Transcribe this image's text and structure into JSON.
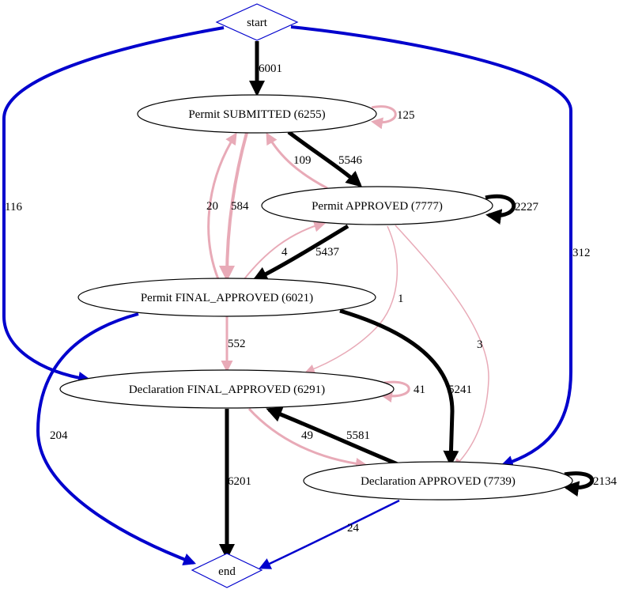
{
  "colors": {
    "strong": "#000000",
    "weak": "#e8aab7",
    "startend": "#0000cd",
    "node_stroke": "#000000"
  },
  "nodes": {
    "start": "start",
    "end": "end",
    "permit_submitted": "Permit SUBMITTED (6255)",
    "permit_approved": "Permit APPROVED (7777)",
    "permit_final_approved": "Permit FINAL_APPROVED (6021)",
    "declaration_final_approved": "Declaration FINAL_APPROVED (6291)",
    "declaration_approved": "Declaration APPROVED (7739)"
  },
  "edges": {
    "start_to_permit_submitted": "6001",
    "start_to_declaration_final_approved": "116",
    "start_to_declaration_approved": "312",
    "permit_submitted_self": "125",
    "permit_submitted_to_permit_approved": "5546",
    "permit_approved_to_permit_submitted": "109",
    "permit_final_approved_to_permit_submitted": "20",
    "permit_submitted_to_permit_final_approved": "584",
    "permit_approved_self": "2227",
    "permit_final_approved_to_permit_approved": "4",
    "permit_approved_to_permit_final_approved": "5437",
    "permit_approved_to_declaration_final_approved": "1",
    "permit_approved_to_declaration_approved": "3",
    "permit_final_approved_to_declaration_final_approved": "552",
    "permit_final_approved_to_declaration_approved": "5241",
    "permit_final_approved_to_end": "204",
    "declaration_final_approved_self": "41",
    "declaration_final_approved_to_declaration_approved": "49",
    "declaration_approved_to_declaration_final_approved": "5581",
    "declaration_final_approved_to_end": "6201",
    "declaration_approved_self": "2134",
    "declaration_approved_to_end": "24"
  }
}
